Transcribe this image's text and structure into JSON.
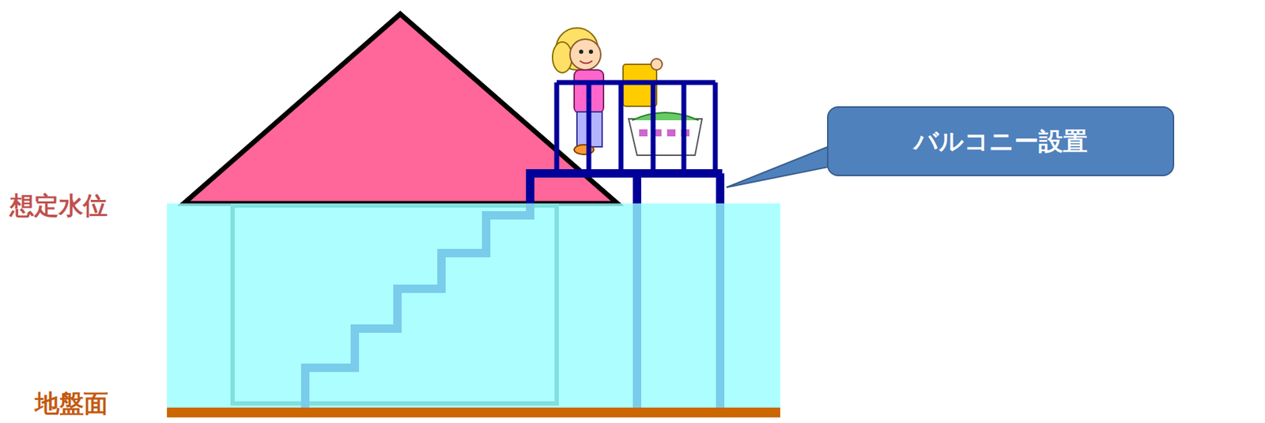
{
  "diagram": {
    "nodes": [
      {
        "text": [
          "バルコニー設置"
        ]
      }
    ],
    "labels": [
      "想定水位",
      "地盤面"
    ]
  }
}
